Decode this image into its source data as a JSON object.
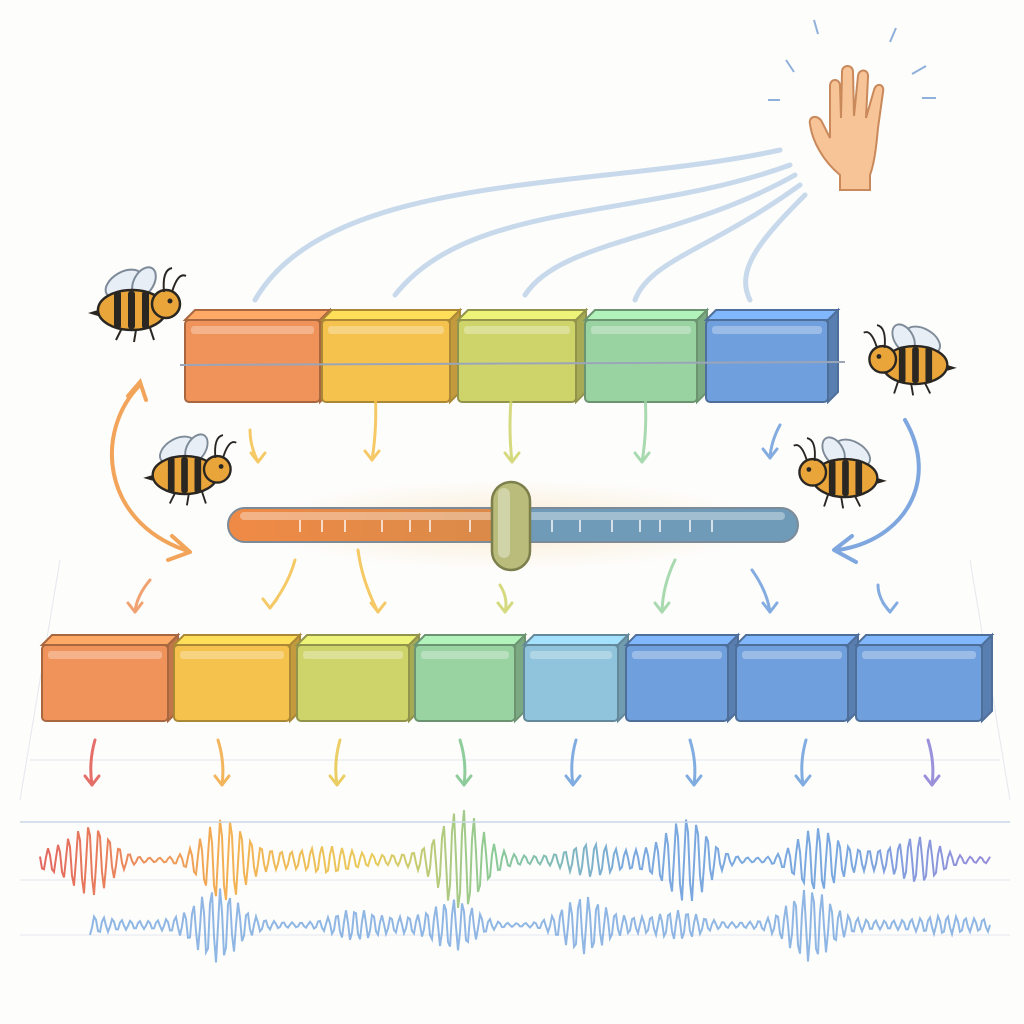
{
  "diagram": {
    "colors": {
      "background": "#fdfdfc",
      "orange": "#f0935a",
      "yellow": "#f4c24d",
      "lime": "#cfd46a",
      "green": "#9ad3a2",
      "blue": "#6f9fdc",
      "flow": "#b9cfe6",
      "knob": "#b9bc7a",
      "bee_body": "#e9a53a",
      "bee_stripe": "#2a2622"
    },
    "top_row": [
      {
        "id": "top-block-1",
        "color": "#f0935a"
      },
      {
        "id": "top-block-2",
        "color": "#f4c24d"
      },
      {
        "id": "top-block-3",
        "color": "#cfd46a"
      },
      {
        "id": "top-block-4",
        "color": "#9ad3a2"
      },
      {
        "id": "top-block-5",
        "color": "#6f9fdc"
      }
    ],
    "bottom_row": [
      {
        "id": "bottom-block-1",
        "color": "#f0935a"
      },
      {
        "id": "bottom-block-2",
        "color": "#f4c24d"
      },
      {
        "id": "bottom-block-3",
        "color": "#cfd46a"
      },
      {
        "id": "bottom-block-4",
        "color": "#9ad3a2"
      },
      {
        "id": "bottom-block-5",
        "color": "#8fc4dc"
      },
      {
        "id": "bottom-block-6",
        "color": "#6f9fdc"
      },
      {
        "id": "bottom-block-7",
        "color": "#6f9fdc"
      },
      {
        "id": "bottom-block-8",
        "color": "#6f9fdc"
      }
    ],
    "slider": {
      "position": 0.5,
      "left_color": "#ef8a45",
      "right_color": "#6f9bb8"
    },
    "waveform_colors": [
      "#e0564f",
      "#f2a941",
      "#e7c64a",
      "#7cc48c",
      "#6b9fdc",
      "#6b9fdc",
      "#6b9fdc",
      "#8a7fd6"
    ],
    "icons": [
      "hand-icon",
      "bee-icon",
      "bee-icon",
      "bee-icon",
      "bee-icon"
    ]
  }
}
